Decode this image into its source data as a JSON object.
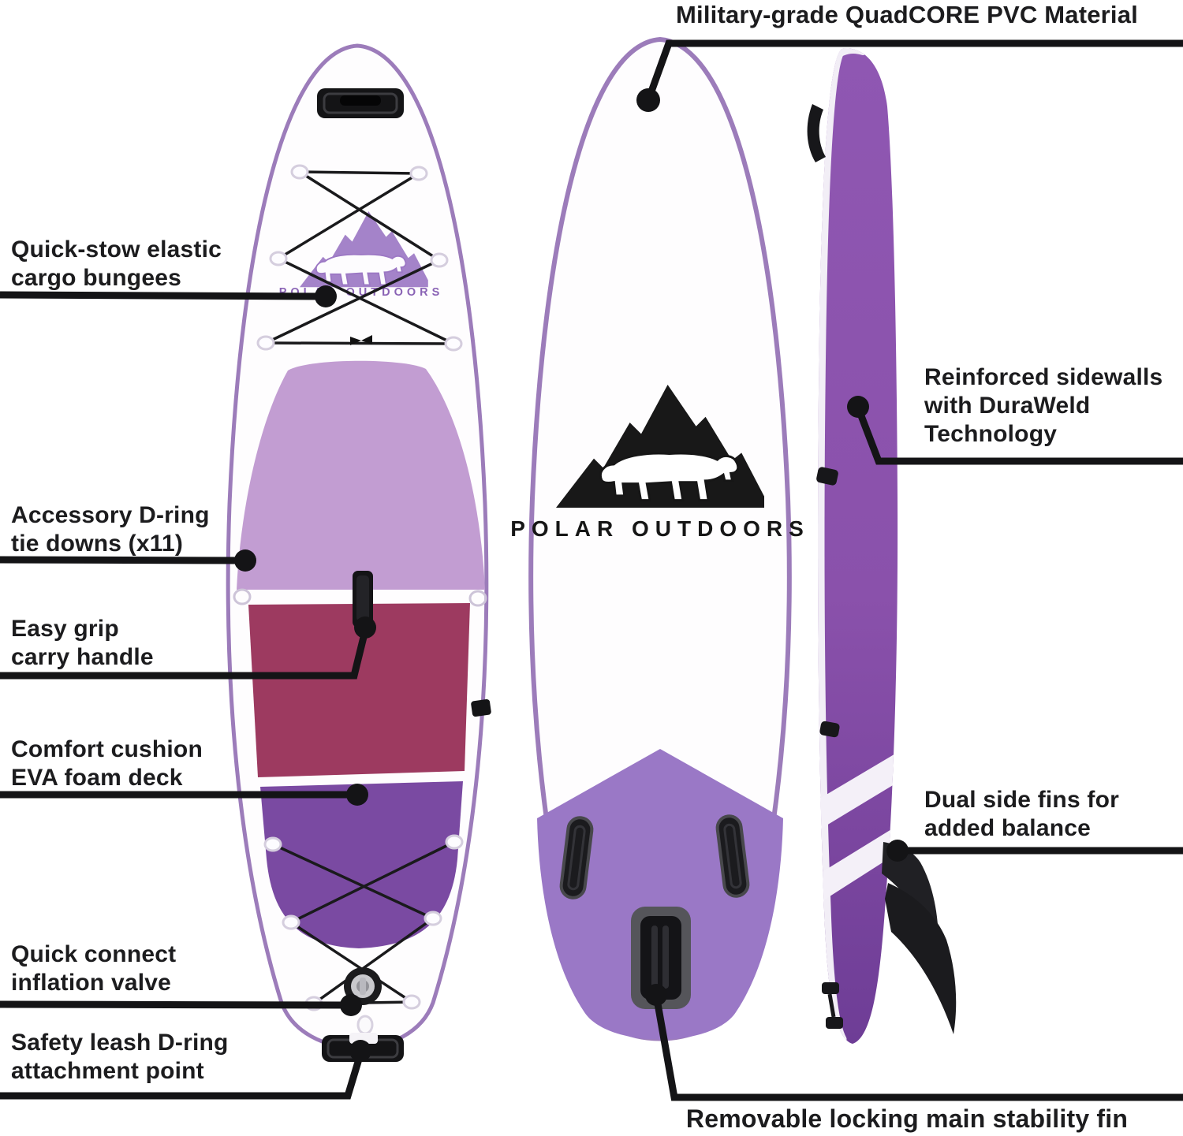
{
  "brand": {
    "logo_text": "POLAR OUTDOORS"
  },
  "colors": {
    "callout_black": "#141416",
    "board_rim_purple": "#9c7cba",
    "board_face_white": "#fefdfe",
    "deck_pad_lavender": "#c29dd2",
    "deck_pad_berry": "#9d3a60",
    "deck_pad_purple": "#7a4aa2",
    "bottom_tail_purple": "#9a78c6",
    "side_rail_purple_top": "#8d55b0",
    "side_rail_purple_bottom": "#6e3d96",
    "fin_black": "#1b1b1e"
  },
  "callouts": {
    "material": [
      "Military-grade QuadCORE PVC Material"
    ],
    "bungees": [
      "Quick-stow elastic",
      "cargo bungees"
    ],
    "drings": [
      "Accessory D-ring",
      "tie downs (x11)"
    ],
    "handle": [
      "Easy grip",
      "carry handle"
    ],
    "eva": [
      "Comfort cushion",
      "EVA foam deck"
    ],
    "valve": [
      "Quick connect",
      "inflation valve"
    ],
    "leash": [
      "Safety leash D-ring",
      "attachment point"
    ],
    "sidewalls": [
      "Reinforced sidewalls",
      "with DuraWeld",
      "Technology"
    ],
    "side_fins": [
      "Dual side fins for",
      "added balance"
    ],
    "main_fin": [
      "Removable locking main stability fin"
    ]
  }
}
